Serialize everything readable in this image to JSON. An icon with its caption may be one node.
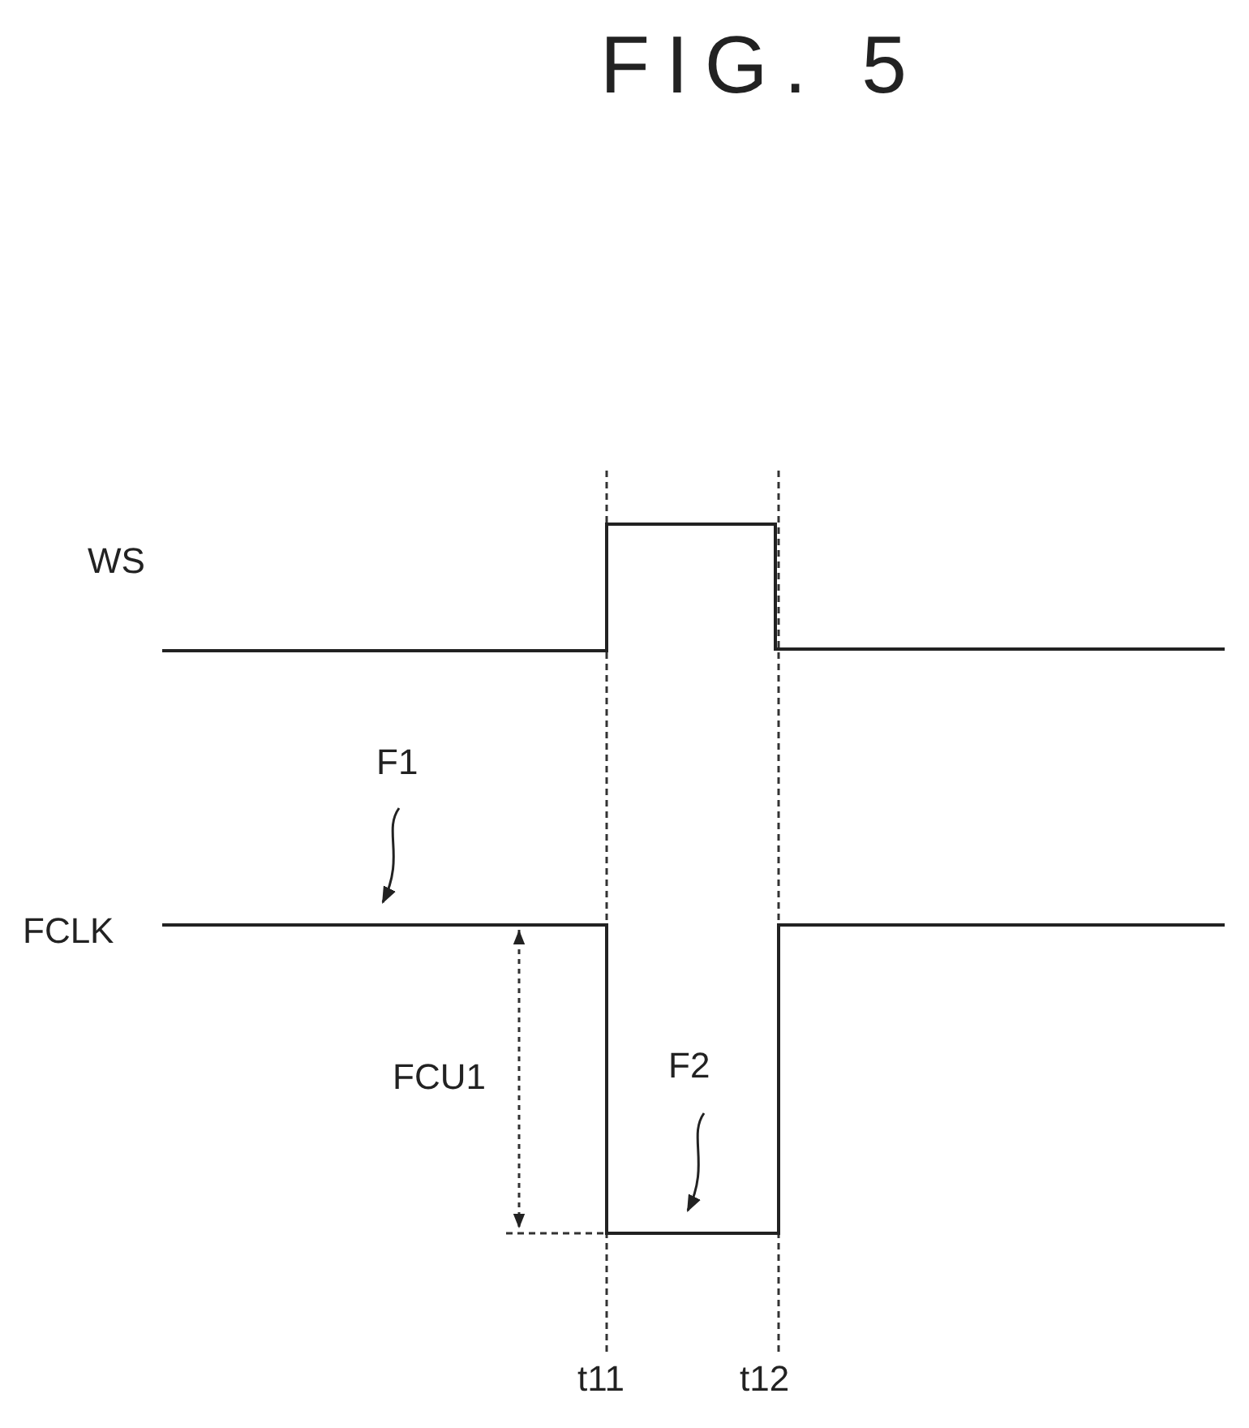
{
  "diagram": {
    "title": "FIG. 5",
    "nodes": [
      {
        "text": [
          "F1"
        ]
      },
      {
        "text": [
          "F2"
        ]
      }
    ],
    "edges": [
      {
        "from": 0,
        "to": null,
        "arrow": "to"
      },
      {
        "from": 1,
        "to": null,
        "arrow": "to"
      }
    ],
    "labels": [
      "WS",
      "FCLK",
      "FCU1",
      "t11",
      "t12"
    ]
  }
}
